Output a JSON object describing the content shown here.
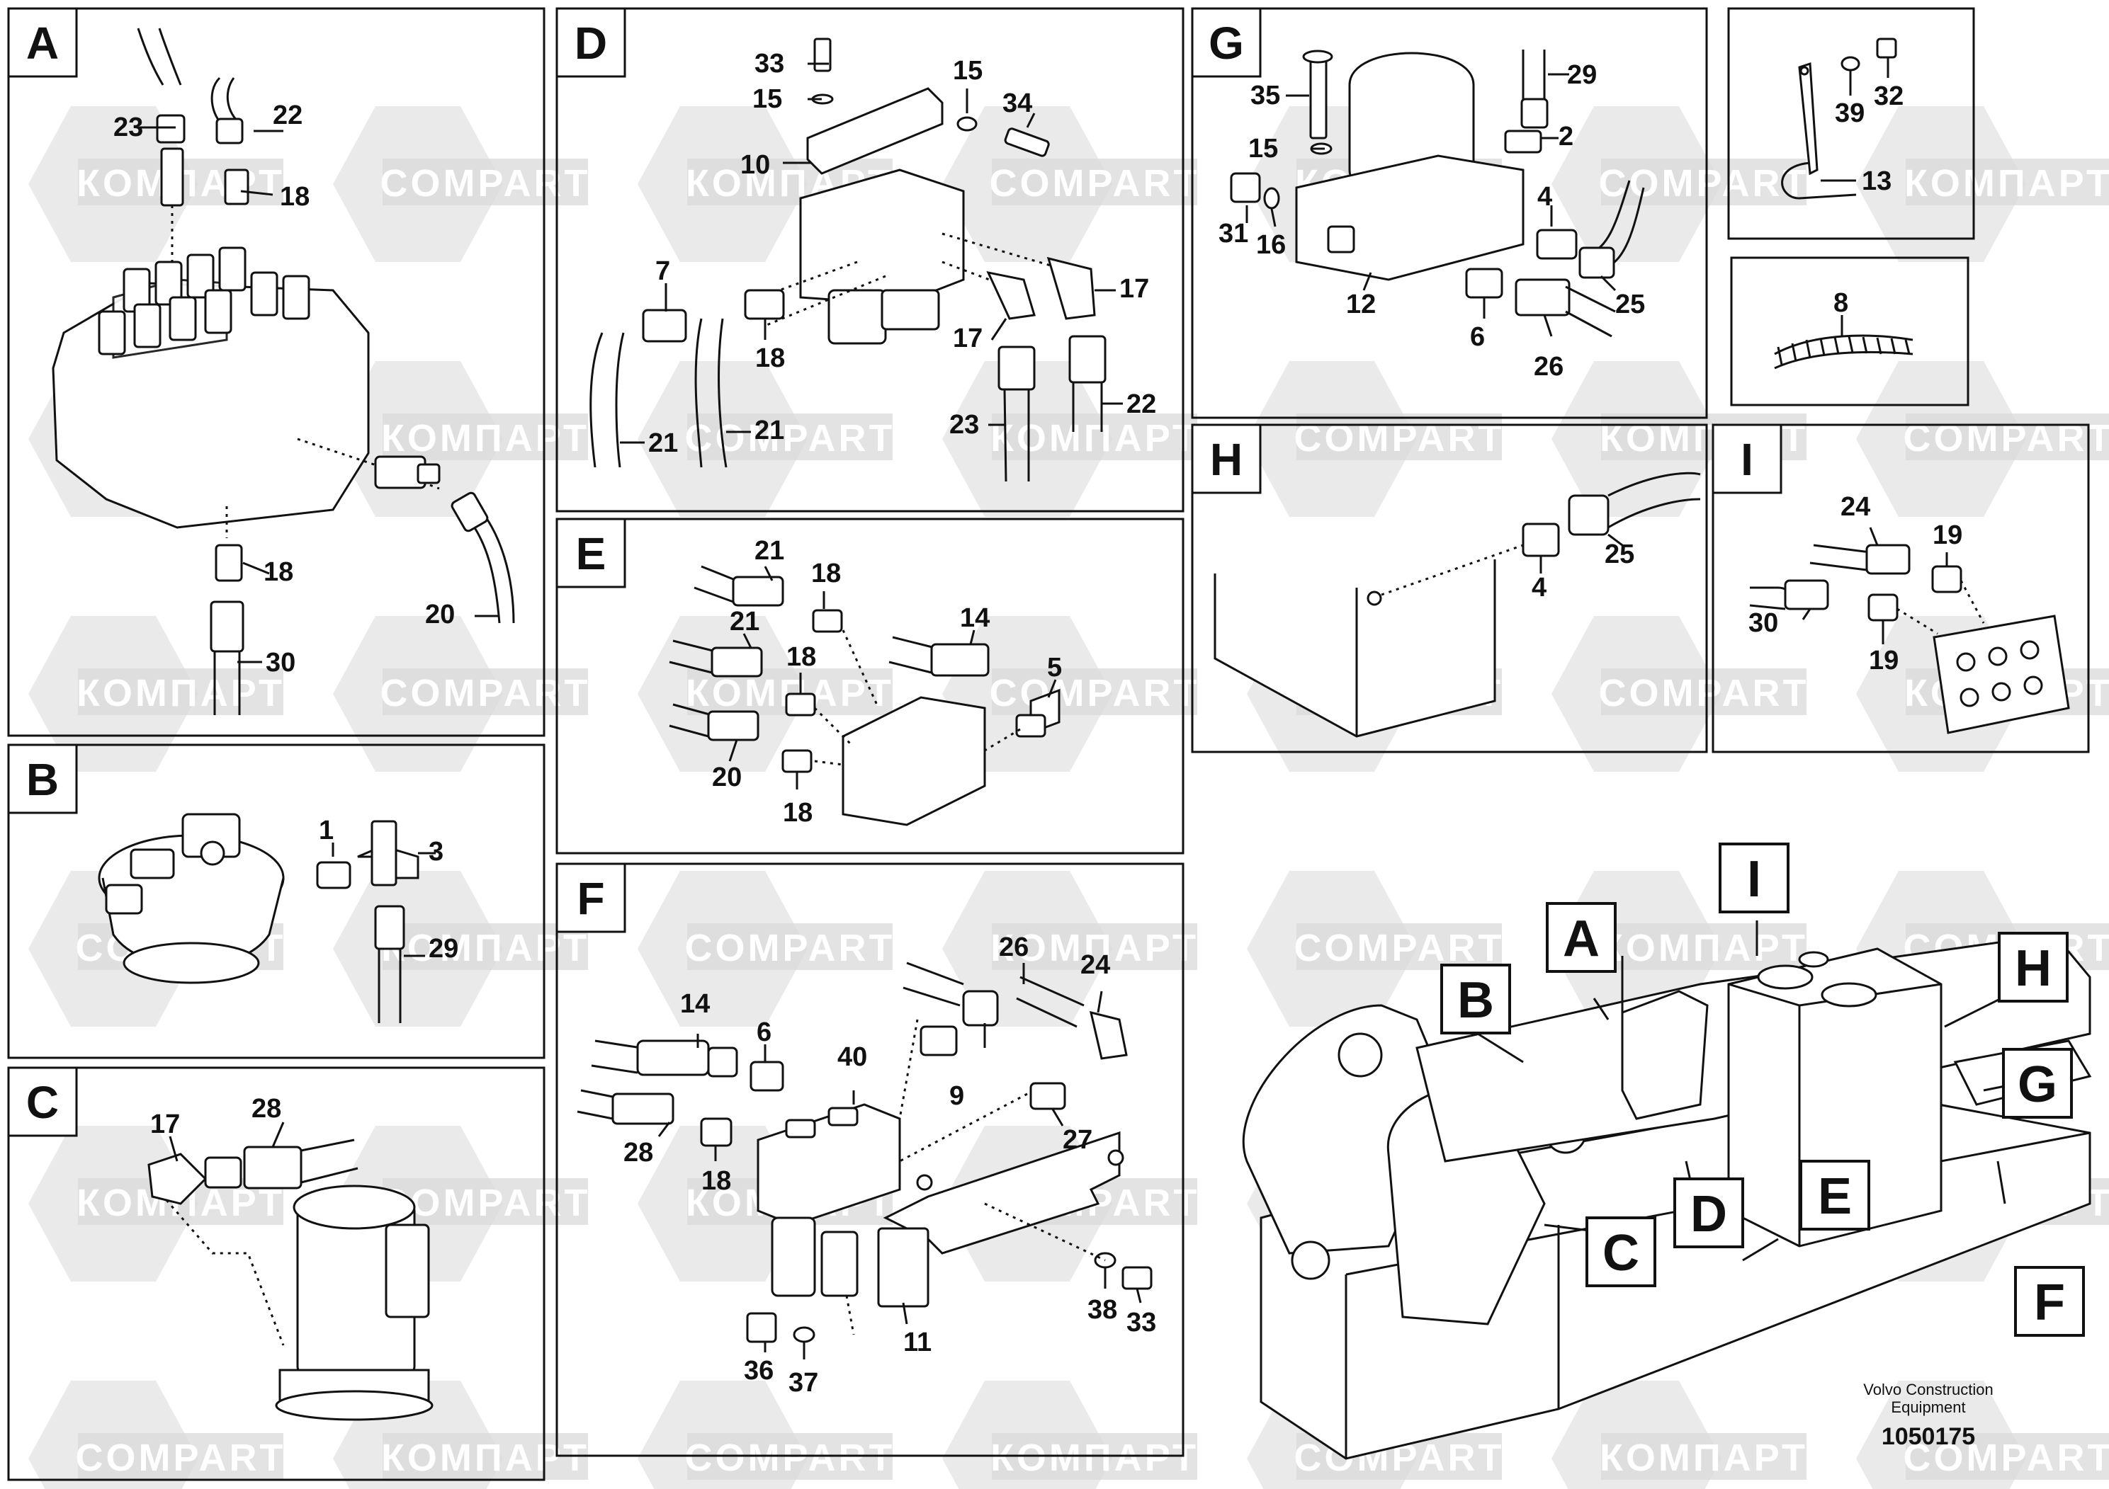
{
  "sections": {
    "A": {
      "label": "A",
      "callouts": [
        "23",
        "22",
        "18",
        "18",
        "20",
        "30"
      ]
    },
    "B": {
      "label": "B",
      "callouts": [
        "1",
        "3",
        "29"
      ]
    },
    "C": {
      "label": "C",
      "callouts": [
        "17",
        "28"
      ]
    },
    "D": {
      "label": "D",
      "callouts": [
        "33",
        "15",
        "15",
        "34",
        "10",
        "7",
        "18",
        "17",
        "17",
        "21",
        "21",
        "23",
        "22"
      ]
    },
    "E": {
      "label": "E",
      "callouts": [
        "21",
        "18",
        "21",
        "18",
        "14",
        "5",
        "20",
        "18"
      ]
    },
    "F": {
      "label": "F",
      "callouts": [
        "26",
        "24",
        "14",
        "6",
        "40",
        "9",
        "27",
        "28",
        "18",
        "11",
        "38",
        "33",
        "36",
        "37"
      ]
    },
    "G": {
      "label": "G",
      "callouts": [
        "35",
        "29",
        "2",
        "15",
        "31",
        "16",
        "4",
        "12",
        "6",
        "25",
        "26"
      ]
    },
    "H": {
      "label": "H",
      "callouts": [
        "4",
        "25"
      ]
    },
    "I": {
      "label": "I",
      "callouts": [
        "24",
        "19",
        "30",
        "19"
      ]
    },
    "J": {
      "callouts": [
        "32",
        "39",
        "13"
      ]
    },
    "K": {
      "callouts": [
        "8"
      ]
    }
  },
  "overview_tags": [
    "A",
    "I",
    "B",
    "H",
    "G",
    "D",
    "E",
    "C",
    "F"
  ],
  "watermark": {
    "text_cyrillic": "КОМПАРТ",
    "text_latin": "COMPART",
    "color": "#d9d9d9"
  },
  "footer": {
    "brand_line1": "Volvo Construction",
    "brand_line2": "Equipment",
    "drawing_number": "1050175"
  }
}
